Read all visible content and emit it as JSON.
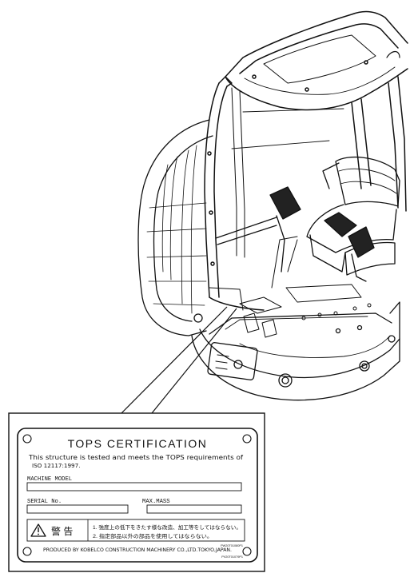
{
  "plate": {
    "title": "TOPS CERTIFICATION",
    "statement_line1": "This structure is tested and meets the TOPS requirements of",
    "statement_line2": "ISO 12117:1997.",
    "machine_model_label": "MACHINE MODEL",
    "serial_no_label": "SERIAL No.",
    "max_mass_label": "MAX.MASS",
    "warning_word": "警 告",
    "warning_item1": "1.  強度上の低下をきたす様な改造、加工等をしてはならない。",
    "warning_item2": "2.  指定部品以外の部品を使用してはならない。",
    "part_number_1": "PW20T01080P1",
    "producer": "PRODUCED BY KOBELCO CONSTRUCTION MACHINERY CO.,LTD.TOKYO,JAPAN.",
    "part_number_2": "PV20T01079P1"
  },
  "colors": {
    "line": "#111111",
    "background": "#ffffff"
  }
}
